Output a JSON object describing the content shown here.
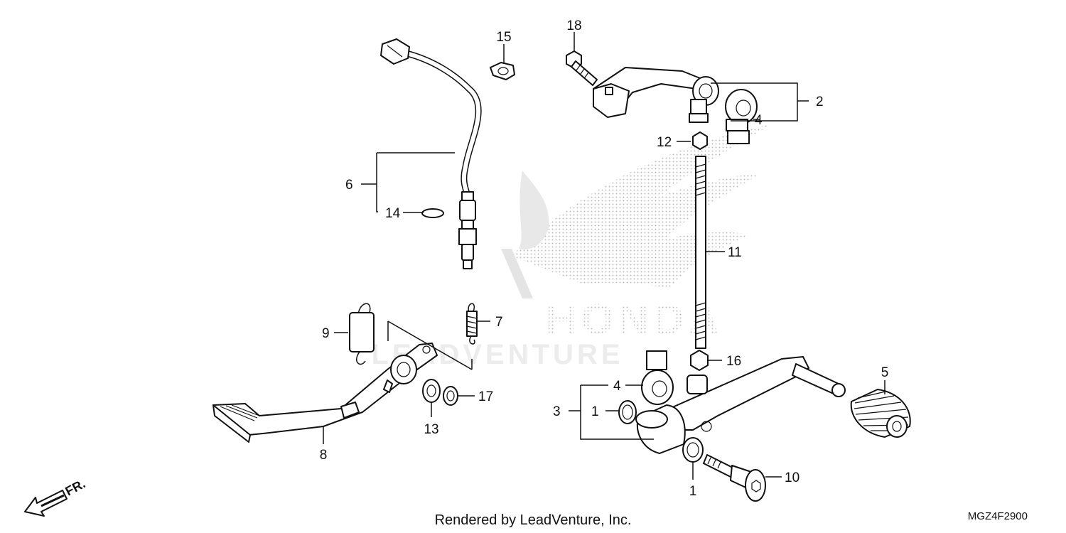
{
  "diagram": {
    "callouts": {
      "c1a": "1",
      "c1b": "1",
      "c2": "2",
      "c3": "3",
      "c4a": "4",
      "c4b": "4",
      "c5": "5",
      "c6": "6",
      "c7": "7",
      "c8": "8",
      "c9": "9",
      "c10": "10",
      "c11": "11",
      "c12": "12",
      "c13": "13",
      "c14": "14",
      "c15": "15",
      "c16": "16",
      "c17": "17",
      "c18": "18"
    },
    "watermark": {
      "brand": "HONDA",
      "sub": "LEADVENTURE"
    },
    "direction_label": "FR.",
    "footer": "Rendered by LeadVenture, Inc.",
    "diagram_code": "MGZ4F2900"
  }
}
